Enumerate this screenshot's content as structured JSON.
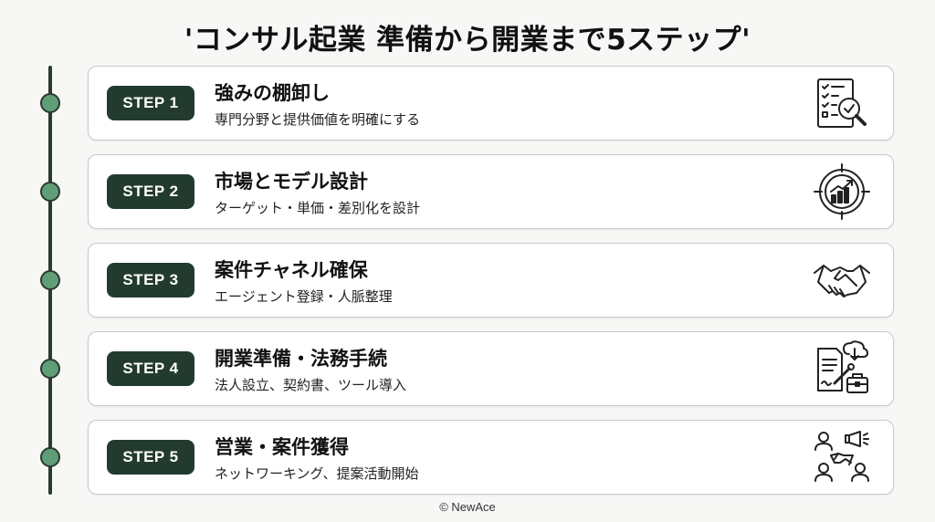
{
  "title": "'コンサル起業 準備から開業まで5ステップ'",
  "steps": [
    {
      "badge": "STEP 1",
      "title": "強みの棚卸し",
      "desc": "専門分野と提供価値を明確にする",
      "icon": "checklist-magnifier-icon"
    },
    {
      "badge": "STEP 2",
      "title": "市場とモデル設計",
      "desc": "ターゲット・単価・差別化を設計",
      "icon": "target-growth-chart-icon"
    },
    {
      "badge": "STEP 3",
      "title": "案件チャネル確保",
      "desc": "エージェント登録・人脈整理",
      "icon": "handshake-icon"
    },
    {
      "badge": "STEP 4",
      "title": "開業準備・法務手続",
      "desc": "法人設立、契約書、ツール導入",
      "icon": "documents-tools-icon"
    },
    {
      "badge": "STEP 5",
      "title": "営業・案件獲得",
      "desc": "ネットワーキング、提案活動開始",
      "icon": "networking-deal-icon"
    }
  ],
  "footer": {
    "copyright": "© NewAce"
  },
  "colors": {
    "badge_bg": "#233b2e",
    "timeline_node": "#5f9e77",
    "timeline_line": "#2b3a30"
  }
}
